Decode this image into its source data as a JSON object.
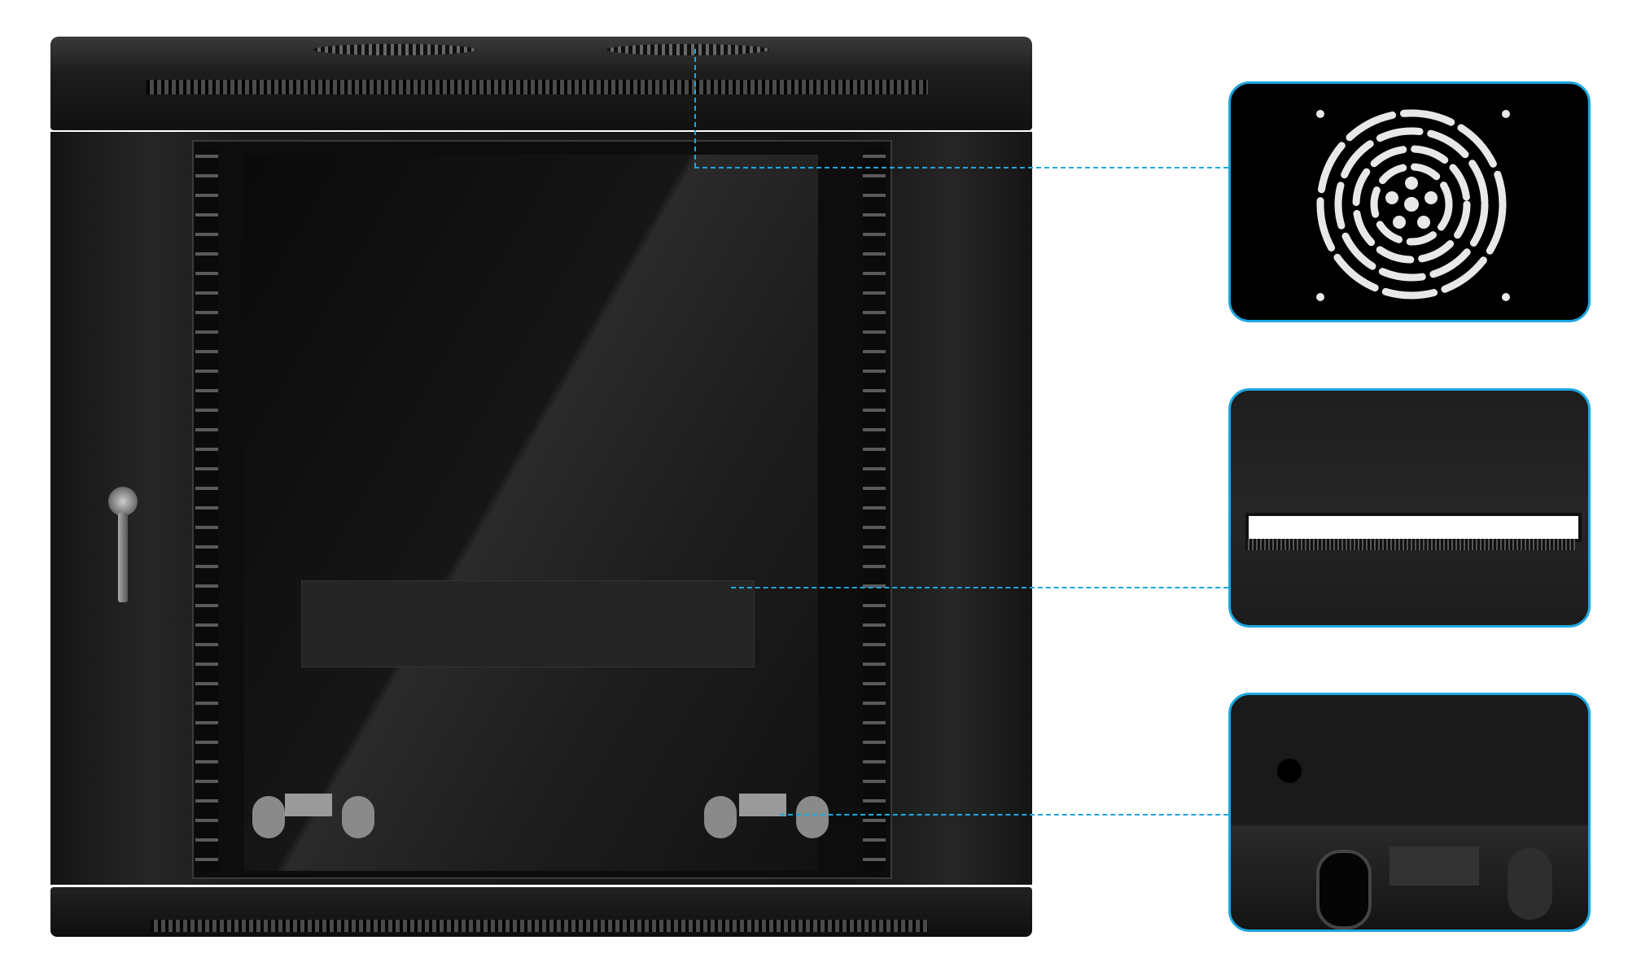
{
  "colors": {
    "callout": "#1ea7e1",
    "cabinet": "#141414",
    "background": "#ffffff"
  },
  "callouts": [
    {
      "name": "top-fan-vent-detail"
    },
    {
      "name": "cable-brush-panel-detail"
    },
    {
      "name": "bottom-cable-entry-detail"
    }
  ]
}
